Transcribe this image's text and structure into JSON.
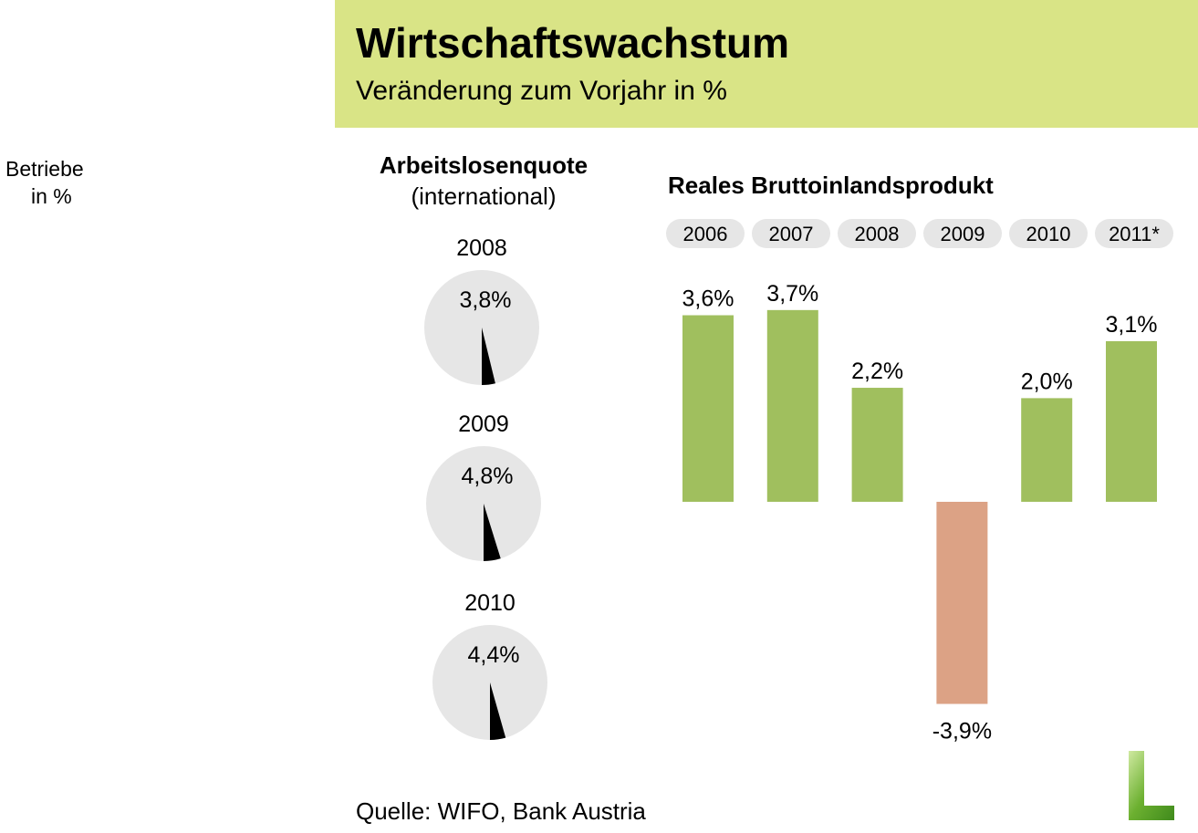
{
  "header": {
    "title": "Wirtschaftswachstum",
    "subtitle": "Veränderung zum Vorjahr in %"
  },
  "side_label": {
    "line1": "Betriebe",
    "line2": "in %"
  },
  "source": "Quelle: WIFO, Bank Austria",
  "colors": {
    "band": "#d9e486",
    "positive": "#a0bf5e",
    "negative": "#dca285",
    "pill": "#e6e6e6",
    "pie": "#e6e6e6"
  },
  "chart_data": [
    {
      "type": "pie",
      "title": "Arbeitslosenquote",
      "subtitle": "(international)",
      "items": [
        {
          "year": "2008",
          "value": 3.8,
          "label": "3,8%"
        },
        {
          "year": "2009",
          "value": 4.8,
          "label": "4,8%"
        },
        {
          "year": "2010",
          "value": 4.4,
          "label": "4,4%"
        }
      ]
    },
    {
      "type": "bar",
      "title": "Reales Bruttoinlandsprodukt",
      "ylabel": "%",
      "categories": [
        "2006",
        "2007",
        "2008",
        "2009",
        "2010",
        "2011*"
      ],
      "values": [
        3.6,
        3.7,
        2.2,
        -3.9,
        2.0,
        3.1
      ],
      "labels": [
        "3,6%",
        "3,7%",
        "2,2%",
        "-3,9%",
        "2,0%",
        "3,1%"
      ],
      "ylim": [
        -3.9,
        3.7
      ]
    }
  ]
}
